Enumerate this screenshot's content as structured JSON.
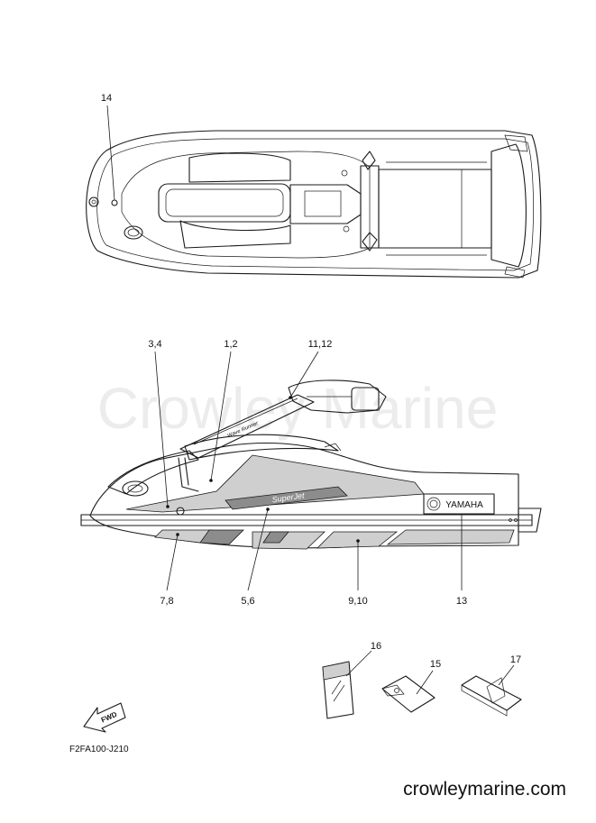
{
  "watermark": "Crowley Marine",
  "footer_url": "crowleymarine.com",
  "diagram_code": "F2FA100-J210",
  "fwd_label": "FWD",
  "hull_brand": "YAMAHA",
  "callouts": {
    "c14": "14",
    "c34": "3,4",
    "c12": "1,2",
    "c1112": "11,12",
    "c78": "7,8",
    "c56": "5,6",
    "c910": "9,10",
    "c13": "13",
    "c16": "16",
    "c15": "15",
    "c17": "17"
  }
}
